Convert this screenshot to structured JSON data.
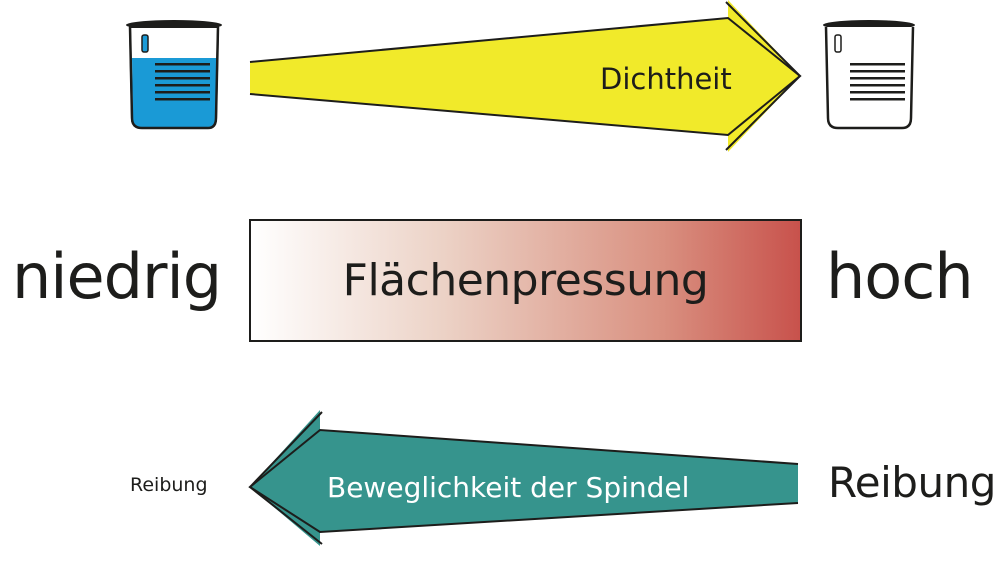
{
  "tightness": {
    "label": "Dichtheit",
    "color": "#f1ea2a"
  },
  "pressure": {
    "label": "Flächenpressung",
    "low_label": "niedrig",
    "high_label": "hoch",
    "gradient_start": "#ffffff",
    "gradient_end": "#c8524c"
  },
  "mobility": {
    "label": "Beweglichkeit der Spindel",
    "color": "#36948d",
    "friction_low_label": "Reibung",
    "friction_high_label": "Reibung"
  },
  "icons": {
    "full_container": "container-full-icon",
    "empty_container": "container-empty-icon",
    "fill_color": "#1a9ad6"
  }
}
